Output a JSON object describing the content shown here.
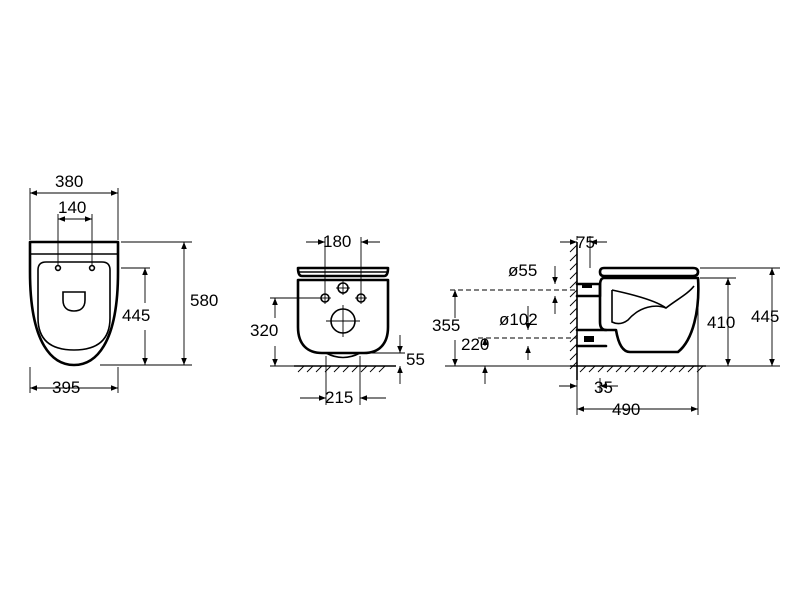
{
  "colors": {
    "ink": "#000000",
    "paper": "#ffffff"
  },
  "top_view": {
    "dims": {
      "total_width": "380",
      "bolt_spacing": "140",
      "depth": "580",
      "seat_depth": "445",
      "front_width": "395"
    }
  },
  "front_view": {
    "dims": {
      "bolt_spacing": "180",
      "height": "320",
      "floor_gap": "55",
      "outlet_width": "215"
    }
  },
  "side_view": {
    "dims": {
      "wall_offset": "75",
      "inlet_diameter": "ø55",
      "outlet_diameter": "ø102",
      "inlet_height": "355",
      "outlet_height": "220",
      "bowl_height": "410",
      "total_height": "445",
      "outlet_projection": "35",
      "projection": "490"
    }
  }
}
